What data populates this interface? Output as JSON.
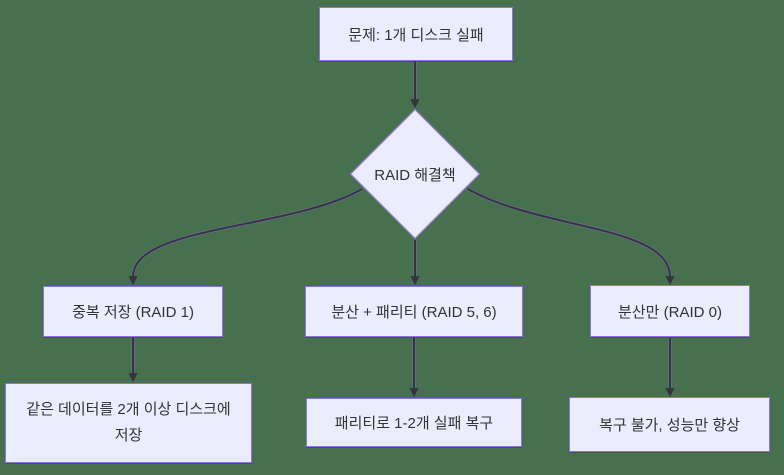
{
  "diagram": {
    "type": "flowchart-top-down",
    "colors": {
      "background": "#47704E",
      "node_fill": "#ECECFF",
      "node_border": "#9370DB",
      "edge": "#34343f",
      "text": "#333333"
    },
    "nodes": {
      "problem": {
        "shape": "rect",
        "label": "문제: 1개 디스크 실패"
      },
      "decision": {
        "shape": "diamond",
        "label": "RAID 해결책"
      },
      "raid1": {
        "shape": "rect",
        "label": "중복 저장 (RAID 1)"
      },
      "raid56": {
        "shape": "rect",
        "label": "분산 + 패리티 (RAID 5, 6)"
      },
      "raid0": {
        "shape": "rect",
        "label": "분산만 (RAID 0)"
      },
      "raid1_detail": {
        "shape": "rect",
        "label": "같은 데이터를 2개 이상 디스크에 저장"
      },
      "raid56_detail": {
        "shape": "rect",
        "label": "패리티로 1-2개 실패 복구"
      },
      "raid0_detail": {
        "shape": "rect",
        "label": "복구 불가, 성능만 향상"
      }
    },
    "edges": [
      {
        "from": "problem",
        "to": "decision"
      },
      {
        "from": "decision",
        "to": "raid1"
      },
      {
        "from": "decision",
        "to": "raid56"
      },
      {
        "from": "decision",
        "to": "raid0"
      },
      {
        "from": "raid1",
        "to": "raid1_detail"
      },
      {
        "from": "raid56",
        "to": "raid56_detail"
      },
      {
        "from": "raid0",
        "to": "raid0_detail"
      }
    ]
  }
}
